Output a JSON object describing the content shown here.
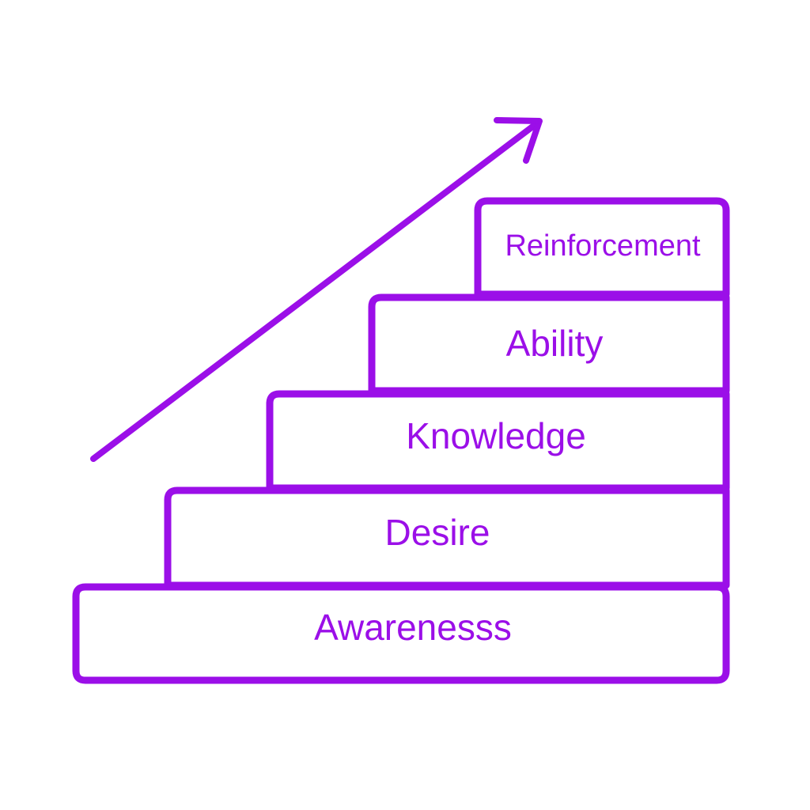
{
  "colors": {
    "accent": "#9B0FE8",
    "background": "#FFFFFF"
  },
  "steps": [
    {
      "label": "Awarenesss"
    },
    {
      "label": "Desire"
    },
    {
      "label": "Knowledge"
    },
    {
      "label": "Ability"
    },
    {
      "label": "Reinforcement"
    }
  ],
  "icons": {
    "arrow": "trend-up-arrow-icon"
  }
}
